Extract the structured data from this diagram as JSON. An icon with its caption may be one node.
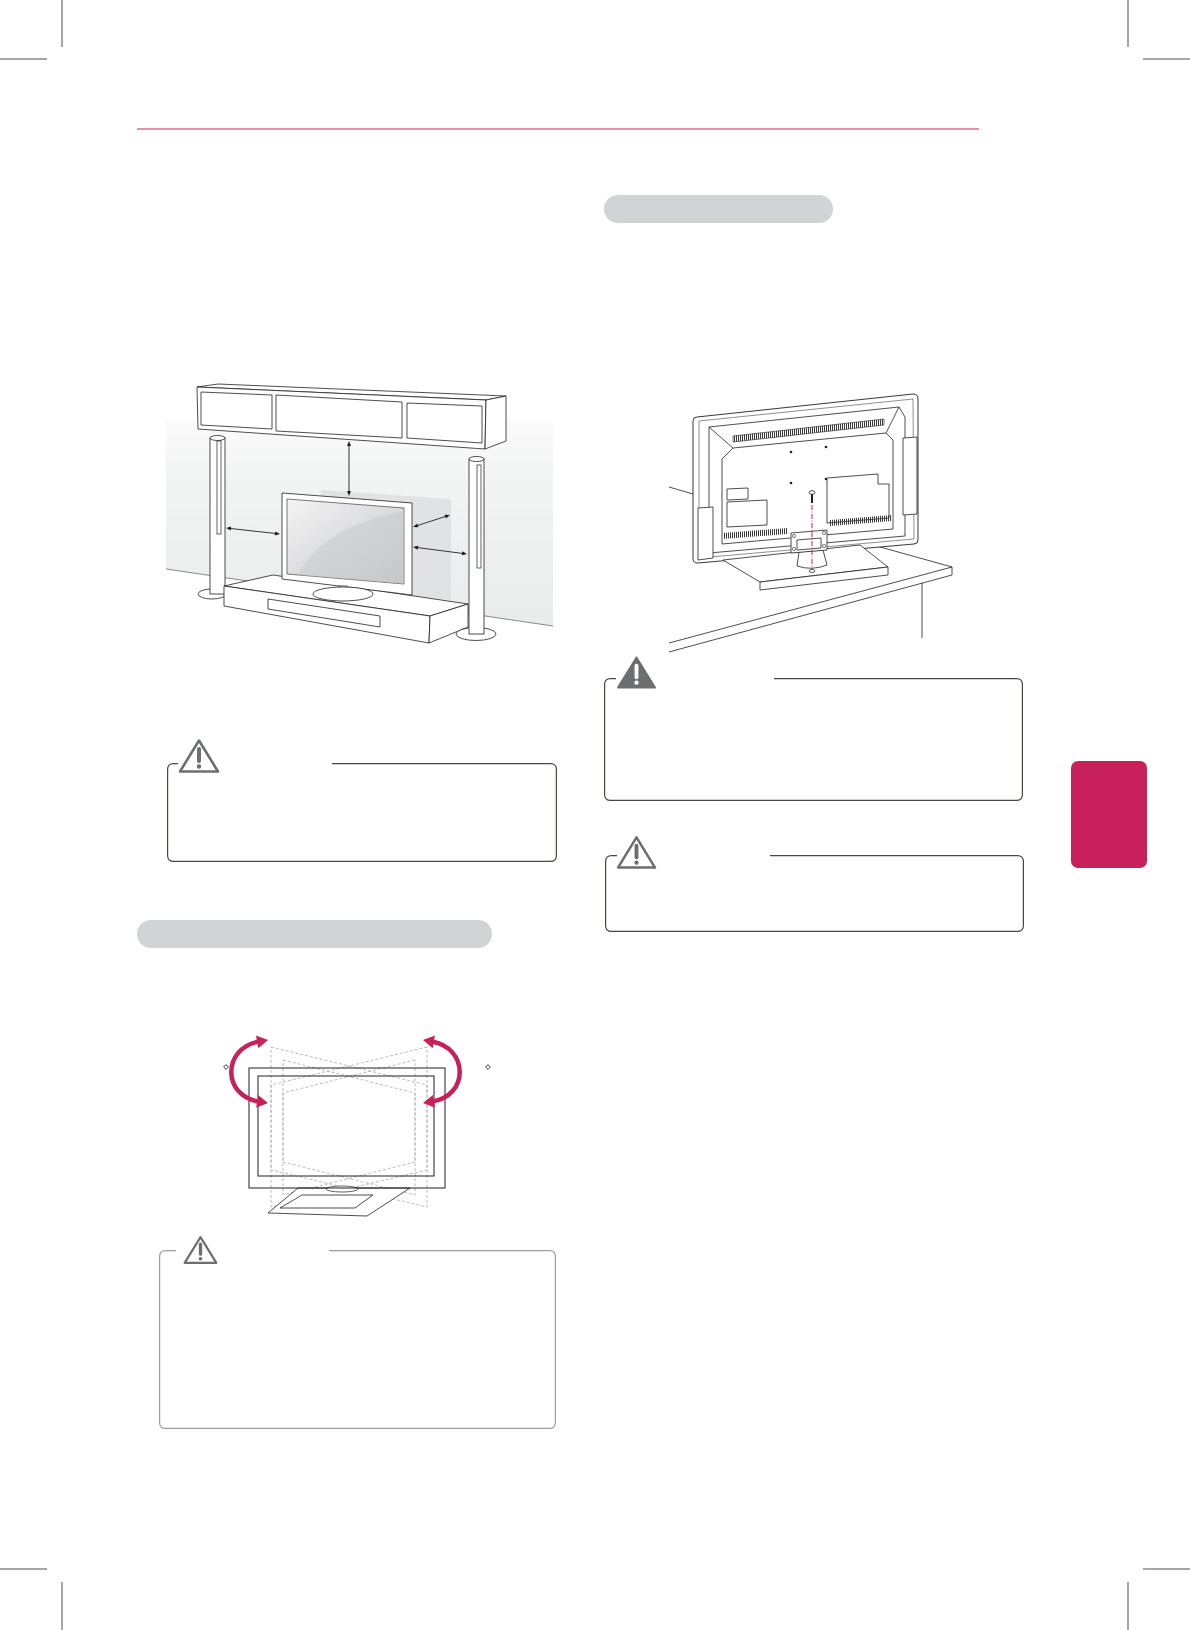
{
  "diagram": {
    "nodes": [
      {
        "text": [],
        "shape": "box"
      },
      {
        "text": [],
        "shape": "bar"
      },
      {
        "text": [],
        "shape": "box"
      },
      {
        "text": [],
        "shape": "bar"
      },
      {
        "text": [],
        "shape": "box"
      },
      {
        "text": [],
        "shape": "box"
      },
      {
        "text": [],
        "shape": "box"
      }
    ]
  }
}
